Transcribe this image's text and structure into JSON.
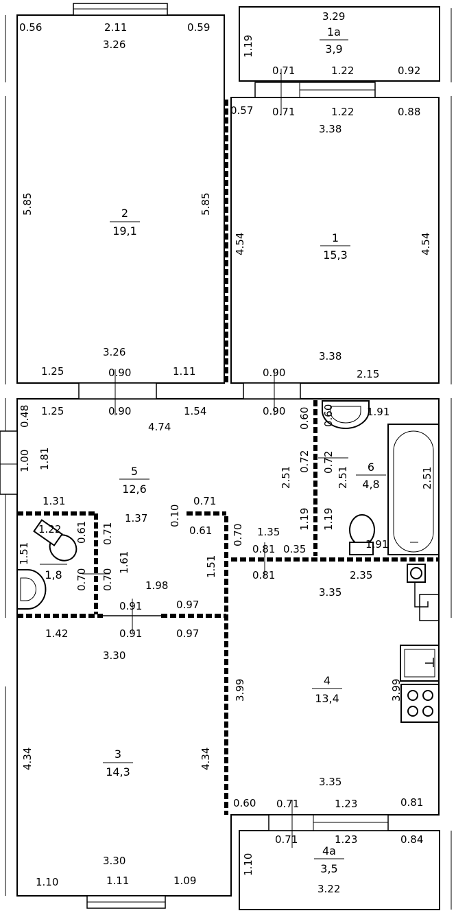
{
  "rooms": [
    {
      "id": "1a",
      "number": "1а",
      "area": "3,9"
    },
    {
      "id": "2",
      "number": "2",
      "area": "19,1"
    },
    {
      "id": "1",
      "number": "1",
      "area": "15,3"
    },
    {
      "id": "5",
      "number": "5",
      "area": "12,6"
    },
    {
      "id": "6",
      "number": "6",
      "area": "4,8"
    },
    {
      "id": "wc",
      "number": "",
      "area": "1,8"
    },
    {
      "id": "3",
      "number": "3",
      "area": "14,3"
    },
    {
      "id": "4",
      "number": "4",
      "area": "13,4"
    },
    {
      "id": "4a",
      "number": "4а",
      "area": "3,5"
    }
  ],
  "dimensions": {
    "r2": [
      "0.56",
      "2.11",
      "0.59",
      "3.26",
      "5.85",
      "5.85",
      "3.26",
      "1.25",
      "0.90",
      "1.11"
    ],
    "r1a": [
      "3.29",
      "1.19",
      "0.71",
      "1.22",
      "0.92"
    ],
    "r1": [
      "0.57",
      "0.71",
      "1.22",
      "0.88",
      "3.38",
      "4.54",
      "4.54",
      "3.38",
      "0.90",
      "2.15"
    ],
    "r5": [
      "0.48",
      "1.25",
      "0.90",
      "1.54",
      "0.90",
      "4.74",
      "1.00",
      "1.81",
      "0.60",
      "2.51",
      "0.72",
      "1.31",
      "1.37",
      "0.10",
      "0.71",
      "0.61",
      "0.70",
      "1.35",
      "1.19",
      "0.81",
      "0.35",
      "1.98",
      "0.91",
      "0.97"
    ],
    "r6": [
      "0.60",
      "1.91",
      "0.72",
      "2.51",
      "2.51",
      "1.19",
      "1.91"
    ],
    "wc": [
      "1.22",
      "0.61",
      "0.71",
      "1.51",
      "1.61",
      "0.70",
      "0.70",
      "1.51"
    ],
    "r3": [
      "1.42",
      "0.91",
      "0.97",
      "3.30",
      "4.34",
      "4.34",
      "3.30",
      "1.10",
      "1.11",
      "1.09"
    ],
    "r4": [
      "0.81",
      "2.35",
      "3.35",
      "3.99",
      "3.99",
      "3.35",
      "0.60",
      "0.71",
      "1.23",
      "0.81"
    ],
    "r4a": [
      "0.71",
      "1.23",
      "0.84",
      "1.10",
      "3.22"
    ]
  }
}
